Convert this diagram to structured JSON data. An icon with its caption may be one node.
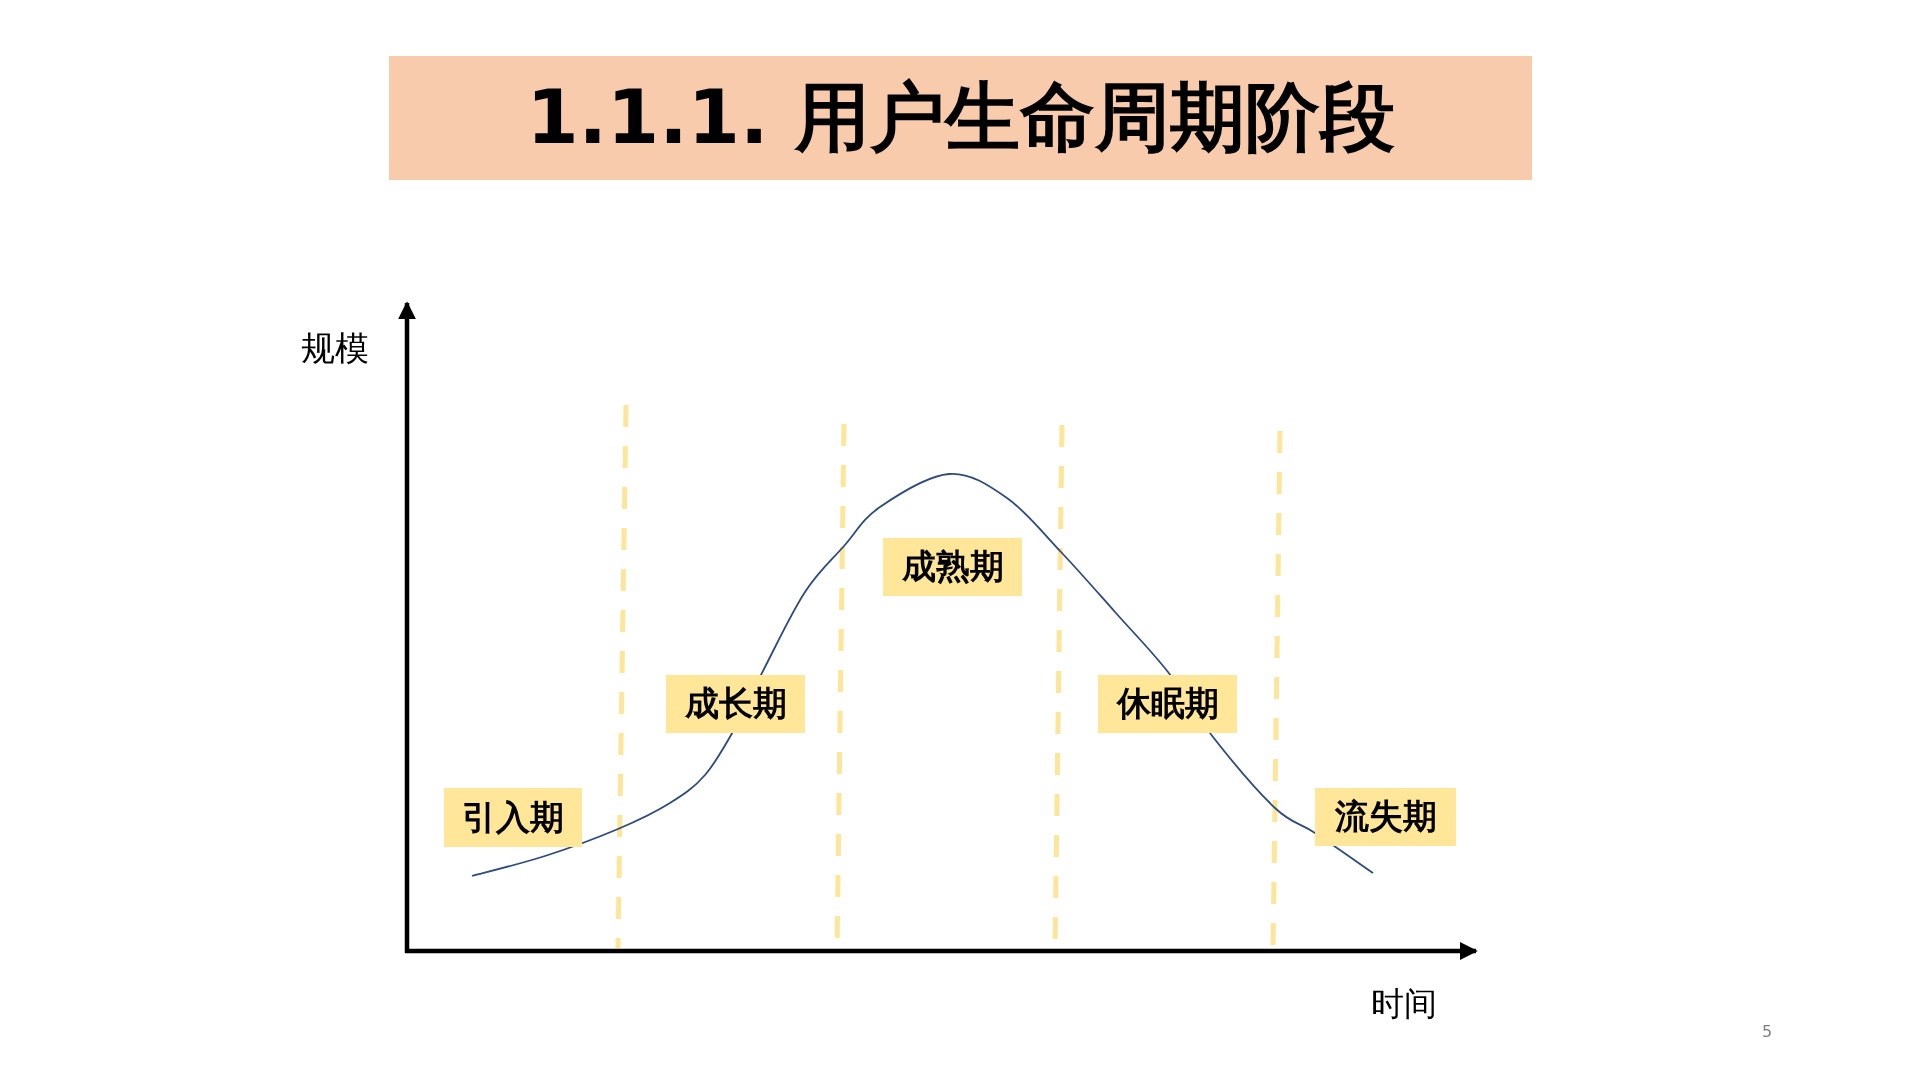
{
  "diagram": {
    "title": "1.1.1. 用户生命周期阶段",
    "nodes": [
      {
        "text": [
          "引入期"
        ]
      },
      {
        "text": [
          "成长期"
        ]
      },
      {
        "text": [
          "成熟期"
        ]
      },
      {
        "text": [
          "休眠期"
        ]
      },
      {
        "text": [
          "流失期"
        ]
      }
    ],
    "labels": [
      "规模",
      "时间",
      "5"
    ]
  }
}
